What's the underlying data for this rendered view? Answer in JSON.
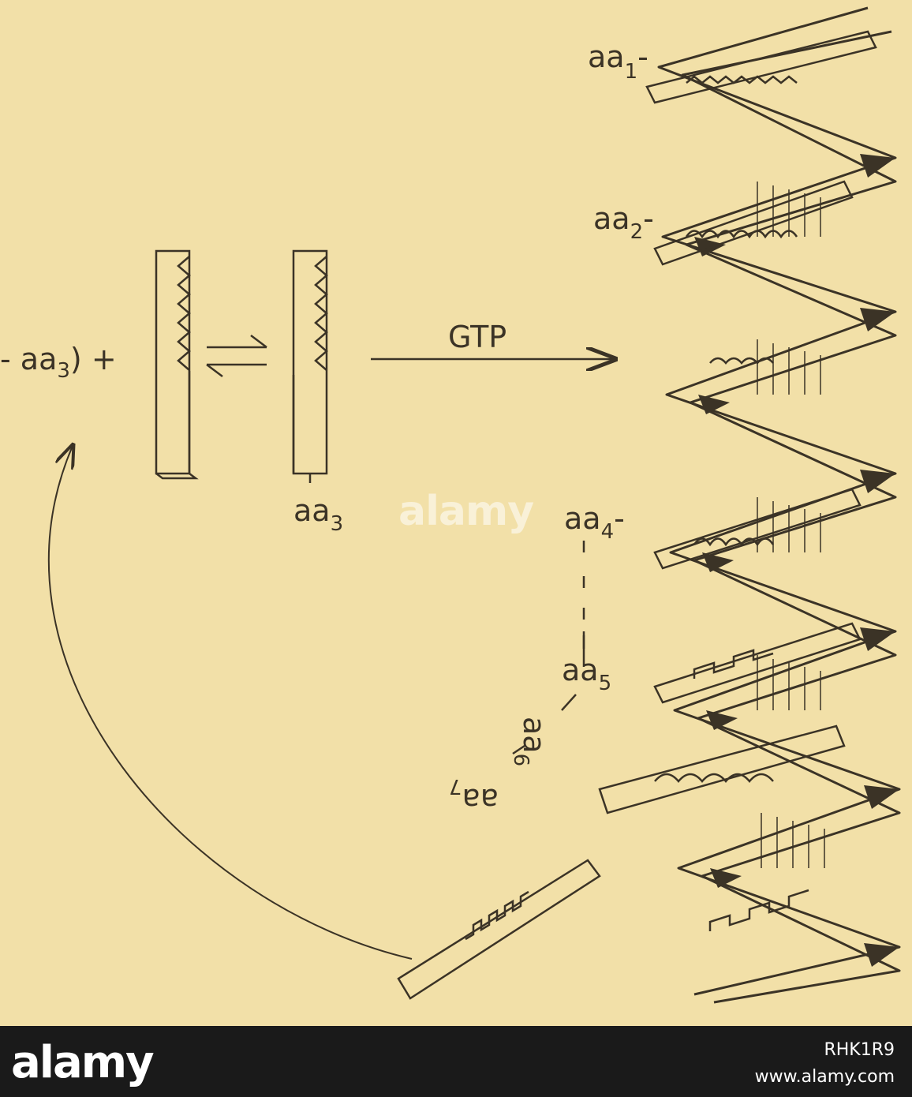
{
  "diagram": {
    "left_fragment_label": "- aa",
    "left_fragment_subscript": "3",
    "left_fragment_suffix": ") +",
    "equilibrium_symbol": "⇌",
    "bound_label": "aa",
    "bound_subscript": "3",
    "arrow_label": "GTP",
    "chain_labels": [
      {
        "name": "aa",
        "sub": "1",
        "suffix": "-"
      },
      {
        "name": "aa",
        "sub": "2",
        "suffix": "-"
      },
      {
        "name": "aa",
        "sub": "4",
        "suffix": "-"
      },
      {
        "name": "aa",
        "sub": "5",
        "suffix": ""
      },
      {
        "name": "aa",
        "sub": "6",
        "suffix": ""
      },
      {
        "name": "aa",
        "sub": "7",
        "suffix": ""
      }
    ],
    "ink_color": "#3b3326",
    "paper_color": "#f2e0a8"
  },
  "watermark": {
    "center_text": "alamy",
    "logo_text": "alamy",
    "image_id": "RHK1R9",
    "url": "www.alamy.com"
  }
}
